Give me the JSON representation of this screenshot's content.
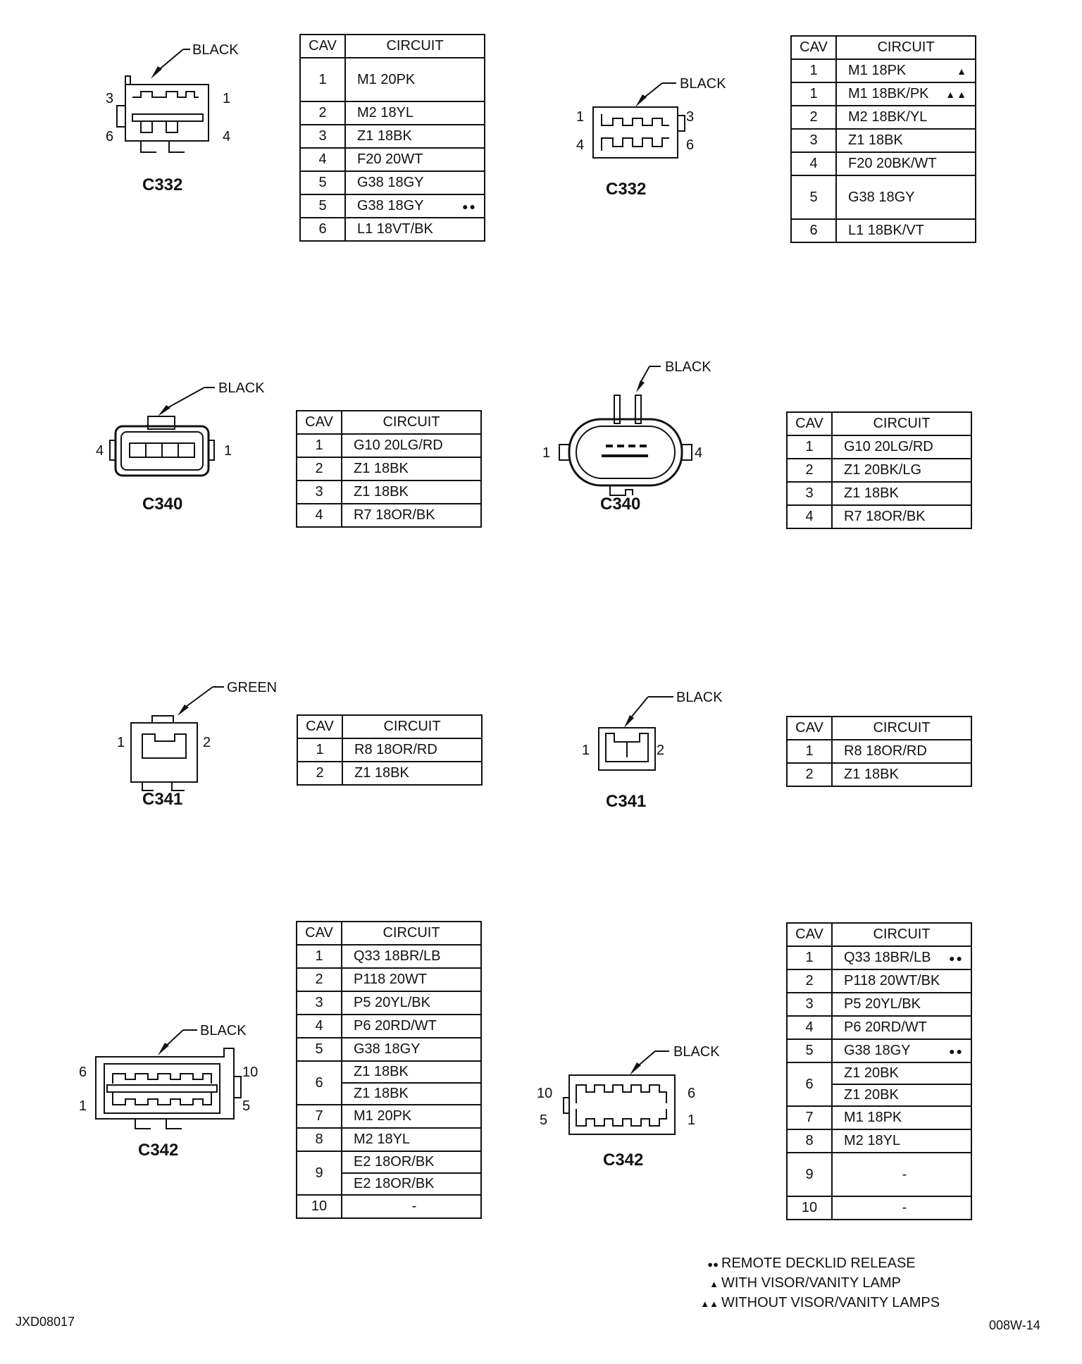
{
  "connectors": [
    {
      "name": "C332",
      "color": "BLACK"
    },
    {
      "name": "C332",
      "color": "BLACK"
    },
    {
      "name": "C340",
      "color": "BLACK"
    },
    {
      "name": "C340",
      "color": "BLACK"
    },
    {
      "name": "C341",
      "color": "GREEN"
    },
    {
      "name": "C341",
      "color": "BLACK"
    },
    {
      "name": "C342",
      "color": "BLACK"
    },
    {
      "name": "C342",
      "color": "BLACK"
    }
  ],
  "pins": {
    "c332a": [
      "3",
      "1",
      "6",
      "4"
    ],
    "c332b": [
      "1",
      "3",
      "4",
      "6"
    ],
    "c340a": [
      "4",
      "1"
    ],
    "c340b": [
      "1",
      "4"
    ],
    "c341a": [
      "1",
      "2"
    ],
    "c341b": [
      "1",
      "2"
    ],
    "c342a": [
      "6",
      "10",
      "1",
      "5"
    ],
    "c342b": [
      "10",
      "6",
      "5",
      "1"
    ]
  },
  "table_headers": {
    "cav": "CAV",
    "circuit": "CIRCUIT"
  },
  "tables": [
    {
      "rows": [
        {
          "cav": "1",
          "circuit": "M1 20PK",
          "mark": ""
        },
        {
          "cav": "2",
          "circuit": "M2 18YL",
          "mark": ""
        },
        {
          "cav": "3",
          "circuit": "Z1 18BK",
          "mark": ""
        },
        {
          "cav": "4",
          "circuit": "F20 20WT",
          "mark": ""
        },
        {
          "cav": "5",
          "circuit": "G38 18GY",
          "mark": ""
        },
        {
          "cav": "5",
          "circuit": "G38 18GY",
          "mark": "●●"
        },
        {
          "cav": "6",
          "circuit": "L1 18VT/BK",
          "mark": ""
        }
      ]
    },
    {
      "rows": [
        {
          "cav": "1",
          "circuit": "M1 18PK",
          "mark": "▲"
        },
        {
          "cav": "1",
          "circuit": "M1 18BK/PK",
          "mark": "▲▲"
        },
        {
          "cav": "2",
          "circuit": "M2 18BK/YL",
          "mark": ""
        },
        {
          "cav": "3",
          "circuit": "Z1 18BK",
          "mark": ""
        },
        {
          "cav": "4",
          "circuit": "F20 20BK/WT",
          "mark": ""
        },
        {
          "cav": "5",
          "circuit": "G38 18GY",
          "mark": ""
        },
        {
          "cav": "6",
          "circuit": "L1 18BK/VT",
          "mark": ""
        }
      ]
    },
    {
      "rows": [
        {
          "cav": "1",
          "circuit": "G10 20LG/RD"
        },
        {
          "cav": "2",
          "circuit": "Z1 18BK"
        },
        {
          "cav": "3",
          "circuit": "Z1 18BK"
        },
        {
          "cav": "4",
          "circuit": "R7 18OR/BK"
        }
      ]
    },
    {
      "rows": [
        {
          "cav": "1",
          "circuit": "G10 20LG/RD"
        },
        {
          "cav": "2",
          "circuit": "Z1 20BK/LG"
        },
        {
          "cav": "3",
          "circuit": "Z1 18BK"
        },
        {
          "cav": "4",
          "circuit": "R7 18OR/BK"
        }
      ]
    },
    {
      "rows": [
        {
          "cav": "1",
          "circuit": "R8 18OR/RD"
        },
        {
          "cav": "2",
          "circuit": "Z1 18BK"
        }
      ]
    },
    {
      "rows": [
        {
          "cav": "1",
          "circuit": "R8 18OR/RD"
        },
        {
          "cav": "2",
          "circuit": "Z1 18BK"
        }
      ]
    },
    {
      "rows": [
        {
          "cav": "1",
          "circuit": "Q33 18BR/LB"
        },
        {
          "cav": "2",
          "circuit": "P118 20WT"
        },
        {
          "cav": "3",
          "circuit": "P5 20YL/BK"
        },
        {
          "cav": "4",
          "circuit": "P6 20RD/WT"
        },
        {
          "cav": "5",
          "circuit": "G38 18GY"
        },
        {
          "cav": "6",
          "circuit": "Z1 18BK",
          "circuit2": "Z1 18BK"
        },
        {
          "cav": "7",
          "circuit": "M1 20PK"
        },
        {
          "cav": "8",
          "circuit": "M2 18YL"
        },
        {
          "cav": "9",
          "circuit": "E2 18OR/BK",
          "circuit2": "E2 18OR/BK"
        },
        {
          "cav": "10",
          "circuit": "-"
        }
      ]
    },
    {
      "rows": [
        {
          "cav": "1",
          "circuit": "Q33 18BR/LB",
          "mark": "●●"
        },
        {
          "cav": "2",
          "circuit": "P118 20WT/BK"
        },
        {
          "cav": "3",
          "circuit": "P5 20YL/BK"
        },
        {
          "cav": "4",
          "circuit": "P6 20RD/WT"
        },
        {
          "cav": "5",
          "circuit": "G38 18GY",
          "mark": "●●"
        },
        {
          "cav": "6",
          "circuit": "Z1 20BK",
          "circuit2": "Z1 20BK"
        },
        {
          "cav": "7",
          "circuit": "M1 18PK"
        },
        {
          "cav": "8",
          "circuit": "M2 18YL"
        },
        {
          "cav": "9",
          "circuit": "-"
        },
        {
          "cav": "10",
          "circuit": "-"
        }
      ]
    }
  ],
  "legend": [
    {
      "symbol": "●●",
      "text": "REMOTE DECKLID RELEASE"
    },
    {
      "symbol": "▲",
      "text": "WITH VISOR/VANITY LAMP"
    },
    {
      "symbol": "▲▲",
      "text": "WITHOUT VISOR/VANITY LAMPS"
    }
  ],
  "figure_code_left": "JXD08017",
  "figure_code_right": "008W-14"
}
